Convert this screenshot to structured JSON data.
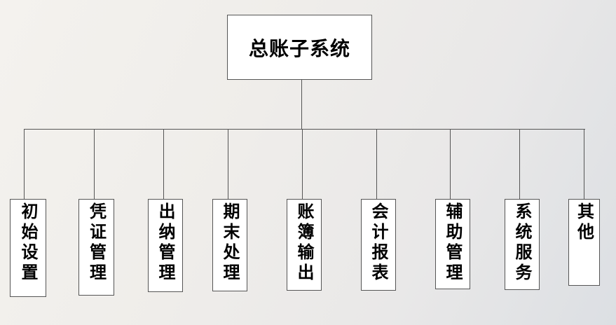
{
  "root": {
    "label": "总账子系统"
  },
  "children": [
    {
      "label": "初始设置"
    },
    {
      "label": "凭证管理"
    },
    {
      "label": "出纳管理"
    },
    {
      "label": "期末处理"
    },
    {
      "label": "账簿输出"
    },
    {
      "label": "会计报表"
    },
    {
      "label": "辅助管理"
    },
    {
      "label": "系统服务"
    },
    {
      "label": "其他"
    }
  ]
}
